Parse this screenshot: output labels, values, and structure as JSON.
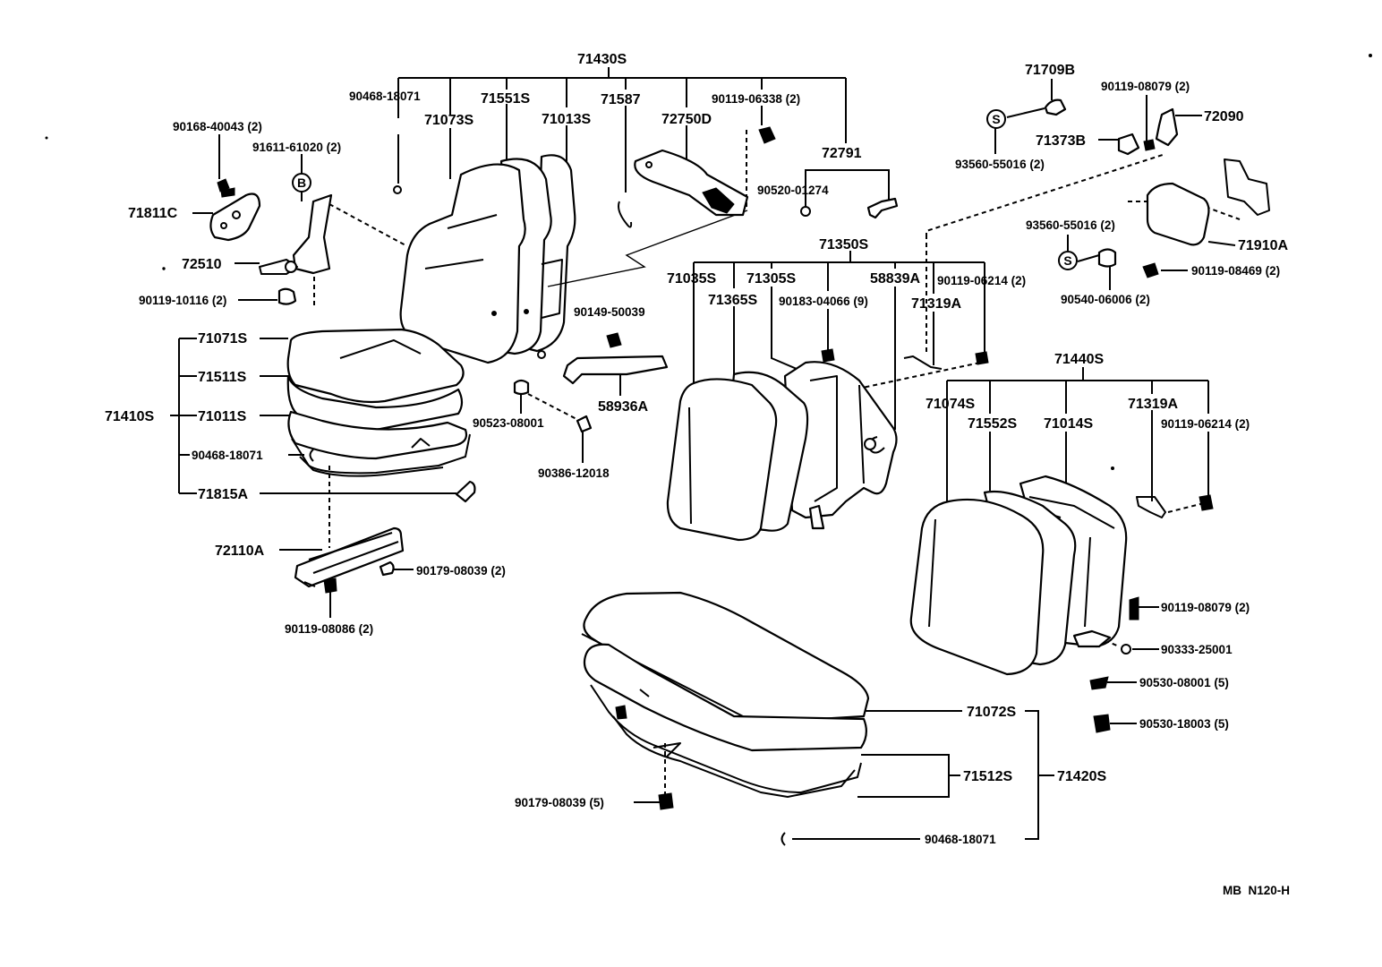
{
  "diagram": {
    "ref_code": "MB  N120-H",
    "circle_symbols": {
      "b": "B",
      "s": "S"
    },
    "labels": {
      "l71430S": "71430S",
      "l90468_18071_a": "90468-18071",
      "l71073S": "71073S",
      "l71551S": "71551S",
      "l71013S": "71013S",
      "l71587": "71587",
      "l72750D": "72750D",
      "l90119_06338": "90119-06338 (2)",
      "l72791": "72791",
      "l90520_01274": "90520-01274",
      "l90168_40043": "90168-40043 (2)",
      "l91611_61020": "91611-61020 (2)",
      "l71811C": "71811C",
      "l72510": "72510",
      "l90119_10116": "90119-10116 (2)",
      "l71071S": "71071S",
      "l71511S": "71511S",
      "l71410S": "71410S",
      "l71011S": "71011S",
      "l90468_18071_b": "90468-18071",
      "l71815A": "71815A",
      "l90149_50039": "90149-50039",
      "l58936A": "58936A",
      "l90523_08001": "90523-08001",
      "l90386_12018": "90386-12018",
      "l72110A": "72110A",
      "l90179_08039_a": "90179-08039 (2)",
      "l90119_08086": "90119-08086 (2)",
      "l71709B": "71709B",
      "l90119_08079_a": "90119-08079 (2)",
      "l72090": "72090",
      "l71373B": "71373B",
      "l93560_55016_a": "93560-55016 (2)",
      "l93560_55016_b": "93560-55016 (2)",
      "l71910A": "71910A",
      "l90119_08469": "90119-08469 (2)",
      "l90540_06006": "90540-06006 (2)",
      "l71350S": "71350S",
      "l71035S": "71035S",
      "l71305S": "71305S",
      "l58839A": "58839A",
      "l90119_06214_a": "90119-06214 (2)",
      "l71365S": "71365S",
      "l90183_04066": "90183-04066 (9)",
      "l71319A_a": "71319A",
      "l71440S": "71440S",
      "l71074S": "71074S",
      "l71552S": "71552S",
      "l71014S": "71014S",
      "l71319A_b": "71319A",
      "l90119_06214_b": "90119-06214 (2)",
      "l90119_08079_b": "90119-08079 (2)",
      "l90333_25001": "90333-25001",
      "l90530_08001": "90530-08001 (5)",
      "l90530_18003": "90530-18003 (5)",
      "l71072S": "71072S",
      "l71512S": "71512S",
      "l71420S": "71420S",
      "l90179_08039_b": "90179-08039 (5)",
      "l90468_18071_c": "90468-18071"
    }
  }
}
